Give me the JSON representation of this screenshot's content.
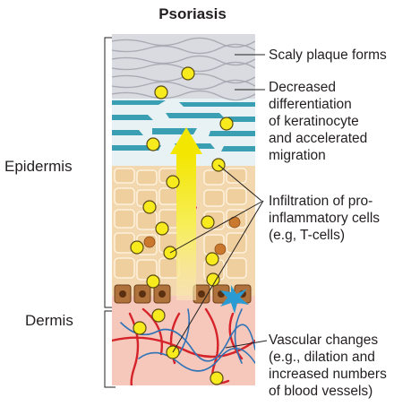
{
  "title": "Psoriasis",
  "layers": {
    "epidermis": "Epidermis",
    "dermis": "Dermis"
  },
  "callouts": {
    "scaly": "Scaly plaque forms",
    "differentiation": [
      "Decreased",
      "differentiation",
      "of keratinocyte",
      "and accelerated",
      "migration"
    ],
    "infiltration": [
      "Infiltration of pro-",
      "inflammatory cells",
      "(e.g, T-cells)"
    ],
    "vascular": [
      "Vascular changes",
      "(e.g., dilation and",
      "increased numbers",
      "of blood vessels)"
    ]
  },
  "colors": {
    "scale": "#c9c9cf",
    "keratinocyte_layer": "#3a9fb3",
    "spinous_cells": "#f3d7ae",
    "basal_cells": "#b0723c",
    "dermis": "#f6c7bb",
    "vessel_red": "#d6232a",
    "vessel_blue": "#2f73b7",
    "immune_cell": "#f7ea1d",
    "arrow": "#f3e600"
  }
}
